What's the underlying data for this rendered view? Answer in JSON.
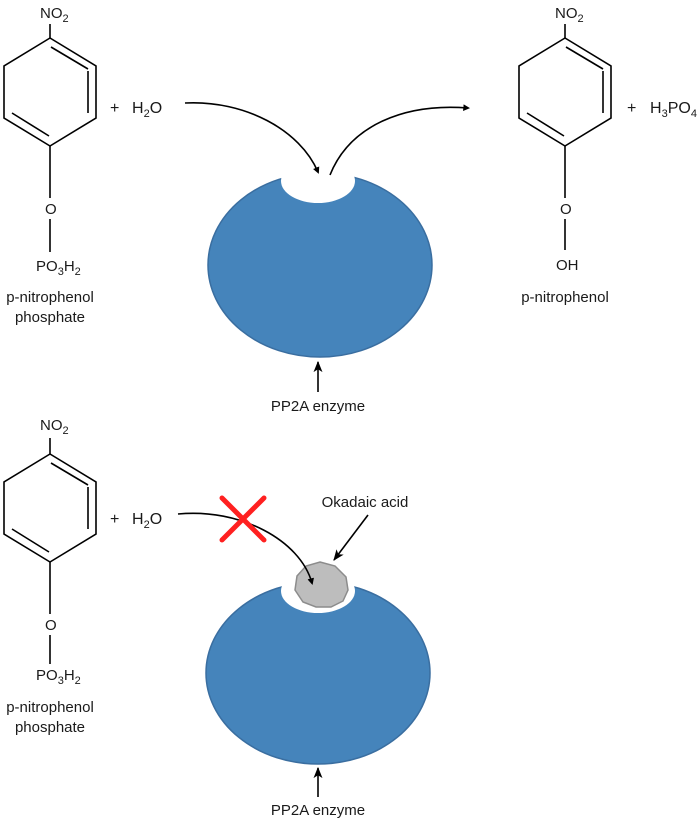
{
  "colors": {
    "enzyme": "#4584BB",
    "enzyme_outline": "#3A6EA0",
    "inhibitor": "#BDBDBD",
    "inhibitor_outline": "#8C8C8C",
    "block_mark": "#FF2020",
    "ink": "#000000"
  },
  "icons": {
    "block_mark": "red-x-icon",
    "reaction_arrow": "curved-arrow-icon"
  },
  "top": {
    "substrate": {
      "top_group": {
        "main": "NO",
        "sub": "2"
      },
      "bridge_atom": "O",
      "bottom_group": {
        "p1": "PO",
        "s1": "3",
        "p2": "H",
        "s2": "2"
      },
      "name_line1": "p-nitrophenol",
      "name_line2": "phosphate"
    },
    "plus1": "+",
    "water": {
      "p1": "H",
      "sub": "2",
      "p2": "O"
    },
    "product": {
      "top_group": {
        "main": "NO",
        "sub": "2"
      },
      "bridge_atom": "O",
      "bottom_group": "OH",
      "name": "p-nitrophenol"
    },
    "plus2": "+",
    "acid": {
      "p1": "H",
      "s1": "3",
      "p2": "PO",
      "s2": "4"
    },
    "enzyme_label": "PP2A enzyme"
  },
  "bottom": {
    "substrate": {
      "top_group": {
        "main": "NO",
        "sub": "2"
      },
      "bridge_atom": "O",
      "bottom_group": {
        "p1": "PO",
        "s1": "3",
        "p2": "H",
        "s2": "2"
      },
      "name_line1": "p-nitrophenol",
      "name_line2": "phosphate"
    },
    "plus1": "+",
    "water": {
      "p1": "H",
      "sub": "2",
      "p2": "O"
    },
    "inhibitor_label": "Okadaic acid",
    "enzyme_label": "PP2A enzyme"
  }
}
